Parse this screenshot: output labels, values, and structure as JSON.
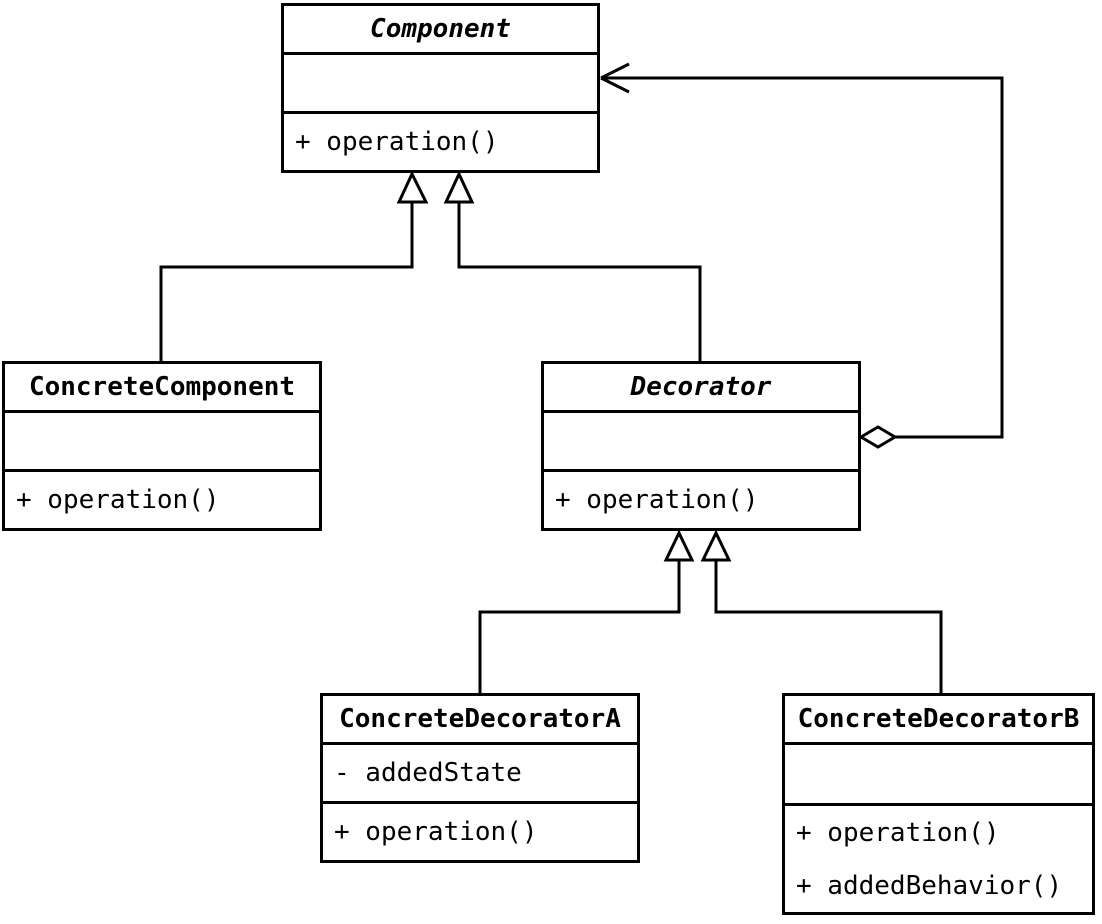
{
  "diagram": {
    "kind": "uml-class-diagram",
    "pattern": "Decorator",
    "colors": {
      "line": "#000000",
      "background": "#ffffff",
      "box_fill": "#ffffff",
      "text": "#000000"
    }
  },
  "classes": {
    "component": {
      "name": "Component",
      "abstract": true,
      "attributes": [],
      "methods": [
        "+ operation()"
      ]
    },
    "concreteComponent": {
      "name": "ConcreteComponent",
      "abstract": false,
      "attributes": [],
      "methods": [
        "+ operation()"
      ]
    },
    "decorator": {
      "name": "Decorator",
      "abstract": true,
      "attributes": [],
      "methods": [
        "+ operation()"
      ]
    },
    "concreteDecoratorA": {
      "name": "ConcreteDecoratorA",
      "abstract": false,
      "attributes": [
        "- addedState"
      ],
      "methods": [
        "+ operation()"
      ]
    },
    "concreteDecoratorB": {
      "name": "ConcreteDecoratorB",
      "abstract": false,
      "attributes": [],
      "methods": [
        "+ operation()",
        "+ addedBehavior()"
      ]
    }
  },
  "relationships": [
    {
      "type": "generalization",
      "from": "ConcreteComponent",
      "to": "Component"
    },
    {
      "type": "generalization",
      "from": "Decorator",
      "to": "Component"
    },
    {
      "type": "generalization",
      "from": "ConcreteDecoratorA",
      "to": "Decorator"
    },
    {
      "type": "generalization",
      "from": "ConcreteDecoratorB",
      "to": "Decorator"
    },
    {
      "type": "aggregation",
      "from": "Decorator",
      "to": "Component"
    }
  ]
}
